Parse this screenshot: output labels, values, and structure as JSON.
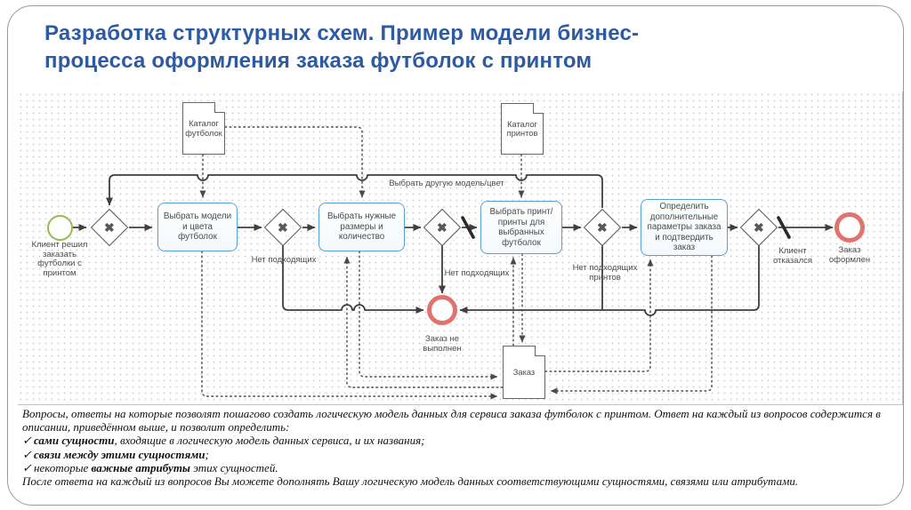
{
  "title": {
    "line1": "Разработка структурных схем. Пример модели бизнес-",
    "line2": "процесса оформления заказа футболок с принтом"
  },
  "diagram": {
    "icons": {
      "gateway_x": "✖"
    },
    "colors": {
      "title_blue": "#2d5aa0",
      "task_border": "#55a1d4",
      "start_event_green": "#9aba4c",
      "end_event_red": "#e2726e",
      "flow_line": "#3f3f3f"
    },
    "events": {
      "start": {
        "label": "Клиент решил заказать футболки с принтом"
      },
      "end_success": {
        "label": "Заказ оформлен"
      },
      "end_fail": {
        "label": "Заказ не выполнен"
      }
    },
    "tasks": [
      {
        "label": "Выбрать модели и цвета футболок"
      },
      {
        "label": "Выбрать нужные размеры и количество"
      },
      {
        "label": "Выбрать принт/принты для выбранных футболок"
      },
      {
        "label": "Определить дополнительные параметры заказа и подтвердить заказ"
      }
    ],
    "data_objects": [
      {
        "label": "Каталог футболок"
      },
      {
        "label": "Каталог принтов"
      },
      {
        "label": "Заказ"
      }
    ],
    "edge_labels": {
      "choose_other": "Выбрать другую модель/цвет",
      "no_suitable_1": "Нет подходящих",
      "no_suitable_2": "Нет подходящих",
      "no_suitable_prints": "Нет подходящих принтов",
      "client_refused": "Клиент отказался"
    }
  },
  "notes": {
    "check_icon": "✓",
    "intro": "Вопросы, ответы на которые позволят пошагово создать логическую модель данных для сервиса заказа футболок с принтом. Ответ на каждый из вопросов содержится в описании, приведённом выше, и позволит определить:",
    "bullets": [
      {
        "pre": "",
        "bold": "сами сущности",
        "post": ", входящие в логическую модель данных сервиса, и их названия;"
      },
      {
        "pre": "",
        "bold": "связи между этими сущностями",
        "post": ";"
      },
      {
        "pre": "некоторые ",
        "bold": "важные атрибуты",
        "post": " этих сущностей."
      }
    ],
    "outro": "После ответа на каждый из вопросов Вы можете дополнять Вашу логическую модель данных соответствующими сущностями, связями или атрибутами."
  }
}
